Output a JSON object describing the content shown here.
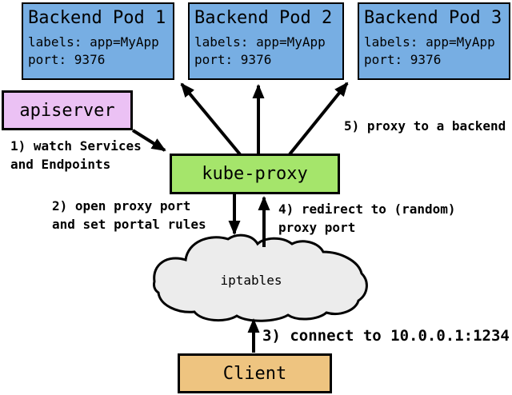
{
  "colors": {
    "pod_fill": "#77aee3",
    "apiserver_fill": "#ebc1f4",
    "kube_proxy_fill": "#a5e56b",
    "client_fill": "#eec480",
    "cloud_fill": "#ececec",
    "outline": "#000000"
  },
  "pods": [
    {
      "title": "Backend Pod 1",
      "labels_line": "labels: app=MyApp",
      "port_line": "port: 9376"
    },
    {
      "title": "Backend Pod 2",
      "labels_line": "labels: app=MyApp",
      "port_line": "port: 9376"
    },
    {
      "title": "Backend Pod 3",
      "labels_line": "labels: app=MyApp",
      "port_line": "port: 9376"
    }
  ],
  "nodes": {
    "apiserver": "apiserver",
    "kube_proxy": "kube-proxy",
    "iptables": "iptables",
    "client": "Client"
  },
  "steps": {
    "step1": {
      "lines": [
        "1) watch Services",
        "and Endpoints"
      ]
    },
    "step2": {
      "lines": [
        "2) open proxy port",
        "and set portal rules"
      ]
    },
    "step3": {
      "lines": [
        "3) connect to 10.0.0.1:1234"
      ]
    },
    "step4": {
      "lines": [
        "4) redirect to (random)",
        "proxy port"
      ]
    },
    "step5": {
      "lines": [
        "5) proxy to a backend"
      ]
    }
  }
}
